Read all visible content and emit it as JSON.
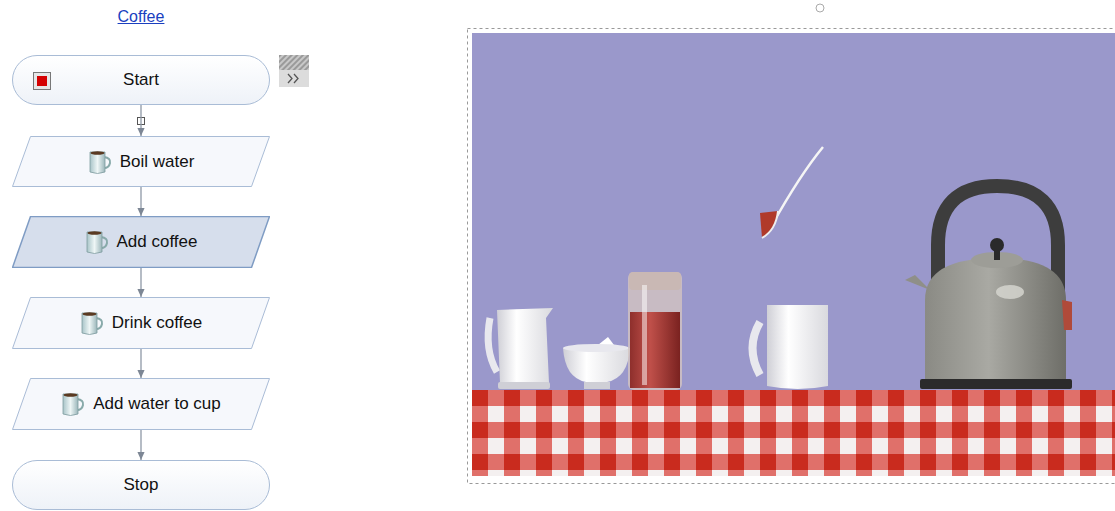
{
  "diagram": {
    "title": "Coffee",
    "nodes": [
      {
        "text": [
          "Start"
        ]
      },
      {
        "text": [
          "Boil water"
        ]
      },
      {
        "text": [
          "Add coffee"
        ]
      },
      {
        "text": [
          "Drink coffee"
        ]
      },
      {
        "text": [
          "Add water to cup"
        ]
      },
      {
        "text": [
          "Stop"
        ]
      }
    ],
    "edges": [
      {
        "from": 0,
        "to": 1,
        "arrow": "to"
      },
      {
        "from": 1,
        "to": 2,
        "arrow": "to"
      },
      {
        "from": 2,
        "to": 3,
        "arrow": "to"
      },
      {
        "from": 3,
        "to": 4,
        "arrow": "to"
      },
      {
        "from": 4,
        "to": 5,
        "arrow": "to"
      }
    ]
  }
}
